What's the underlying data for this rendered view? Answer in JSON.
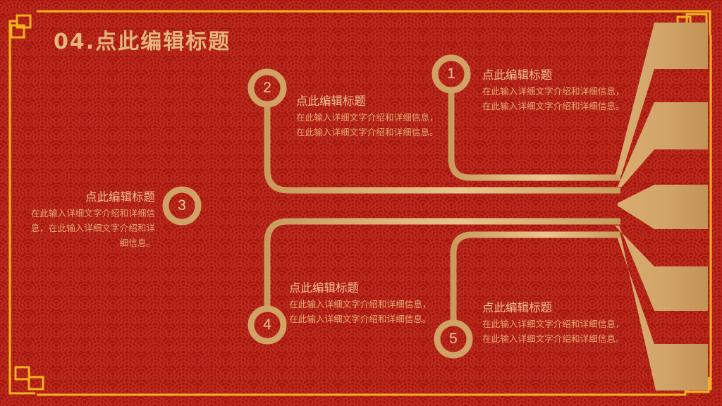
{
  "slide": {
    "title": "04.点此编辑标题",
    "colors": {
      "background": "#a8170f",
      "pattern": "#b92a1c",
      "gold": "#d1a265",
      "gold_light": "#ecc68f",
      "frame": "#f5b21e",
      "text": "#e6ad78"
    }
  },
  "items": [
    {
      "number": "1",
      "heading": "点此编辑标题",
      "body": "在此输入详细文字介绍和详细信息，在此输入详细文字介绍和详细信息。"
    },
    {
      "number": "2",
      "heading": "点此编辑标题",
      "body": "在此输入详细文字介绍和详细信息，在此输入详细文字介绍和详细信息。"
    },
    {
      "number": "3",
      "heading": "点此编辑标题",
      "body": "在此输入详细文字介绍和详细信息，在此输入详细文字介绍和详细信息。"
    },
    {
      "number": "4",
      "heading": "点此编辑标题",
      "body": "在此输入详细文字介绍和详细信息，在此输入详细文字介绍和详细信息。"
    },
    {
      "number": "5",
      "heading": "点此编辑标题",
      "body": "在此输入详细文字介绍和详细信息，在此输入详细文字介绍和详细信息。"
    }
  ]
}
